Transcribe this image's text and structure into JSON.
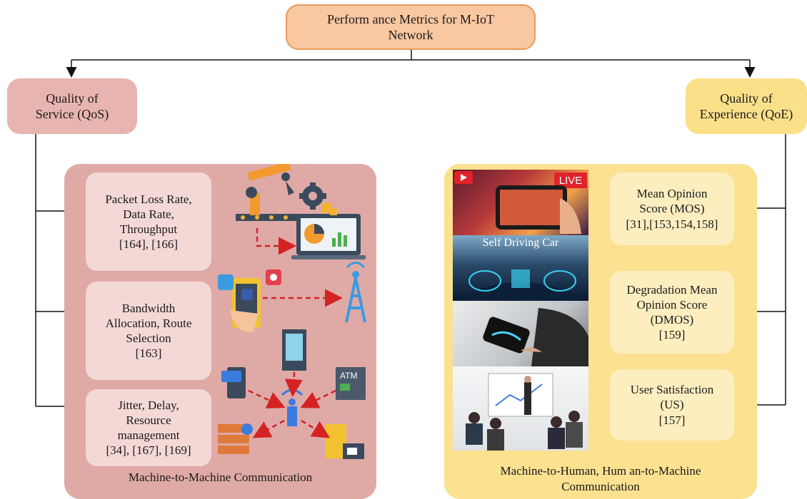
{
  "root": {
    "line1": "Perform ance Metrics for M-IoT",
    "line2": "Network"
  },
  "qos": {
    "line1": "Quality of",
    "line2": "Service (QoS)"
  },
  "qoe": {
    "line1": "Quality of",
    "line2": "Experience (QoE)"
  },
  "left_boxes": [
    {
      "lines": [
        "Packet Loss Rate,",
        "Data Rate,",
        "Throughput",
        "[164], [166]"
      ]
    },
    {
      "lines": [
        "Bandwidth",
        "Allocation, Route",
        "Selection",
        "[163]"
      ]
    },
    {
      "lines": [
        "Jitter, Delay,",
        "Resource",
        "management",
        "[34], [167], [169]"
      ]
    }
  ],
  "right_boxes": [
    {
      "lines": [
        "Mean Opinion",
        "Score (MOS)",
        "[31],[153,154,158]"
      ]
    },
    {
      "lines": [
        "Degradation Mean",
        "Opinion Score",
        "(DMOS)",
        "[159]"
      ]
    },
    {
      "lines": [
        "User Satisfaction",
        "(US)",
        "[157]"
      ]
    }
  ],
  "left_caption": "Machine-to-Machine Communication",
  "right_caption": {
    "line1": "Machine-to-Human, Hum an-to-Machine",
    "line2": "Communication"
  },
  "photo_labels": {
    "live": "LIVE",
    "car": "Self Driving Car",
    "atm": "ATM"
  },
  "colors": {
    "root_fill": "#f9c7a0",
    "qos_fill": "#e8b4b0",
    "qoe_fill": "#fbe08a",
    "left_panel": "#dfa9a6",
    "right_panel": "#fbe190",
    "arrow_dashed": "#d42323"
  }
}
